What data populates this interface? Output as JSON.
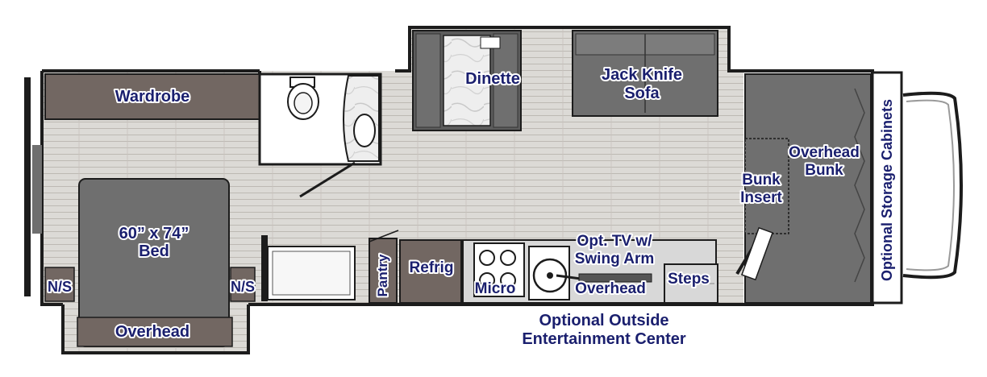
{
  "floorplan": {
    "labels": {
      "wardrobe": "Wardrobe",
      "dinette": "Dinette",
      "sofa_line1": "Jack Knife",
      "sofa_line2": "Sofa",
      "bed_line1": "60” x 74”",
      "bed_line2": "Bed",
      "ns_left": "N/S",
      "ns_right": "N/S",
      "overhead_rear": "Overhead",
      "pantry": "Pantry",
      "refrig": "Refrig",
      "micro": "Micro",
      "tv_line1": "Opt. TV w/",
      "tv_line2": "Swing Arm",
      "overhead_kitchen": "Overhead",
      "steps": "Steps",
      "outside_line1": "Optional Outside",
      "outside_line2": "Entertainment Center",
      "bunk_insert_line1": "Bunk",
      "bunk_insert_line2": "Insert",
      "overhead_bunk_line1": "Overhead",
      "overhead_bunk_line2": "Bunk",
      "storage": "Optional Storage Cabinets"
    },
    "colors": {
      "label_text": "#1a1f6e",
      "wall": "#1c1c1c",
      "floor": "#dcdad6",
      "cabinet": "#726762",
      "cushion": "#6f6f6f",
      "counter": "#d8d8d8"
    }
  }
}
